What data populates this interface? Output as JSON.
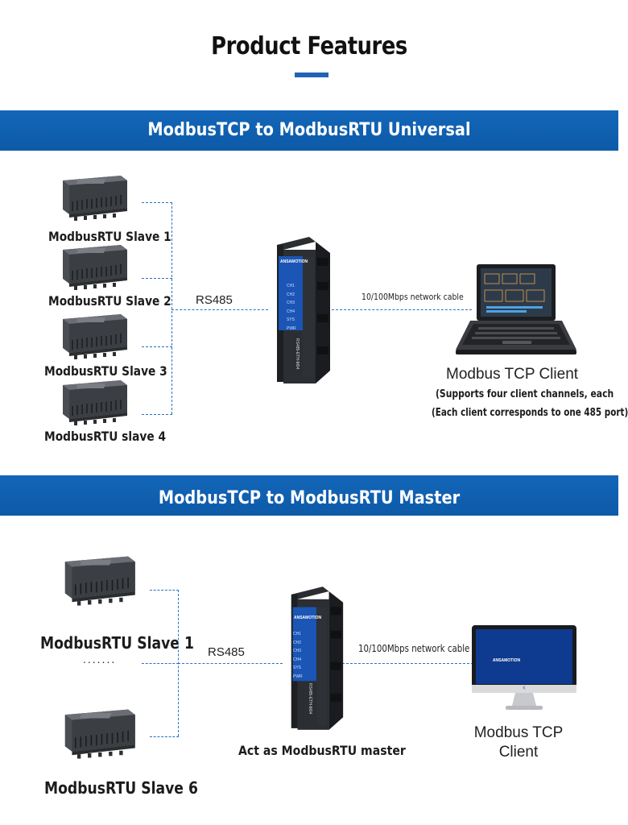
{
  "header": {
    "title": "Product Features"
  },
  "section1": {
    "band_title": "ModbusTCP to ModbusRTU Universal",
    "slaves": [
      "ModbusRTU Slave 1",
      "ModbusRTU Slave 2",
      "ModbusRTU Slave 3",
      "ModbusRTU slave 4"
    ],
    "rs485_label": "RS485",
    "cable_label": "10/100Mbps network cable",
    "client_title": "Modbus TCP Client",
    "client_note_1": "(Supports four client channels, each",
    "client_note_2": "(Each client corresponds to one 485 port)"
  },
  "section2": {
    "band_title": "ModbusTCP to ModbusRTU Master",
    "slave_first": "ModbusRTU Slave 1",
    "ellipsis": ".......",
    "slave_last": "ModbusRTU Slave 6",
    "rs485_label": "RS485",
    "cable_label": "10/100Mbps network cable",
    "gateway_caption": "Act as ModbusRTU master",
    "client_line_1": "Modbus TCP",
    "client_line_2": "Client"
  },
  "device": {
    "brand": "ANSAMOTION",
    "leds": [
      "CH1",
      "CH2",
      "CH3",
      "CH4",
      "SYS",
      "PWR"
    ],
    "leds_master": [
      "CH1",
      "CH2",
      "CH3",
      "CH4",
      "SYS",
      "PWR"
    ],
    "model": "RS485-ETH-M04",
    "monitor_brand": "ANSAMOTION"
  },
  "colors": {
    "accent": "#1f64b4",
    "band": "#0d5aa8",
    "dash": "#2a72c0"
  }
}
